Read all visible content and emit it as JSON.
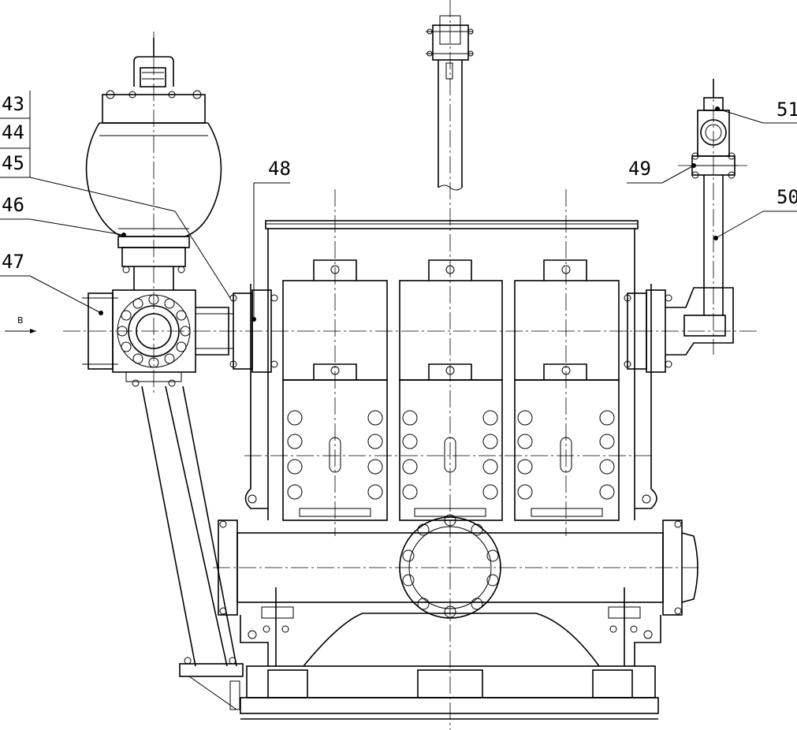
{
  "callouts": [
    {
      "id": "c43",
      "label": "43"
    },
    {
      "id": "c44",
      "label": "44"
    },
    {
      "id": "c45",
      "label": "45"
    },
    {
      "id": "c46",
      "label": "46"
    },
    {
      "id": "c47",
      "label": "47"
    },
    {
      "id": "c48",
      "label": "48"
    },
    {
      "id": "c49",
      "label": "49"
    },
    {
      "id": "c50",
      "label": "50"
    },
    {
      "id": "c51",
      "label": "51"
    }
  ],
  "view_marker": {
    "label": "B"
  },
  "colors": {
    "line": "#000000",
    "background": "#ffffff"
  }
}
